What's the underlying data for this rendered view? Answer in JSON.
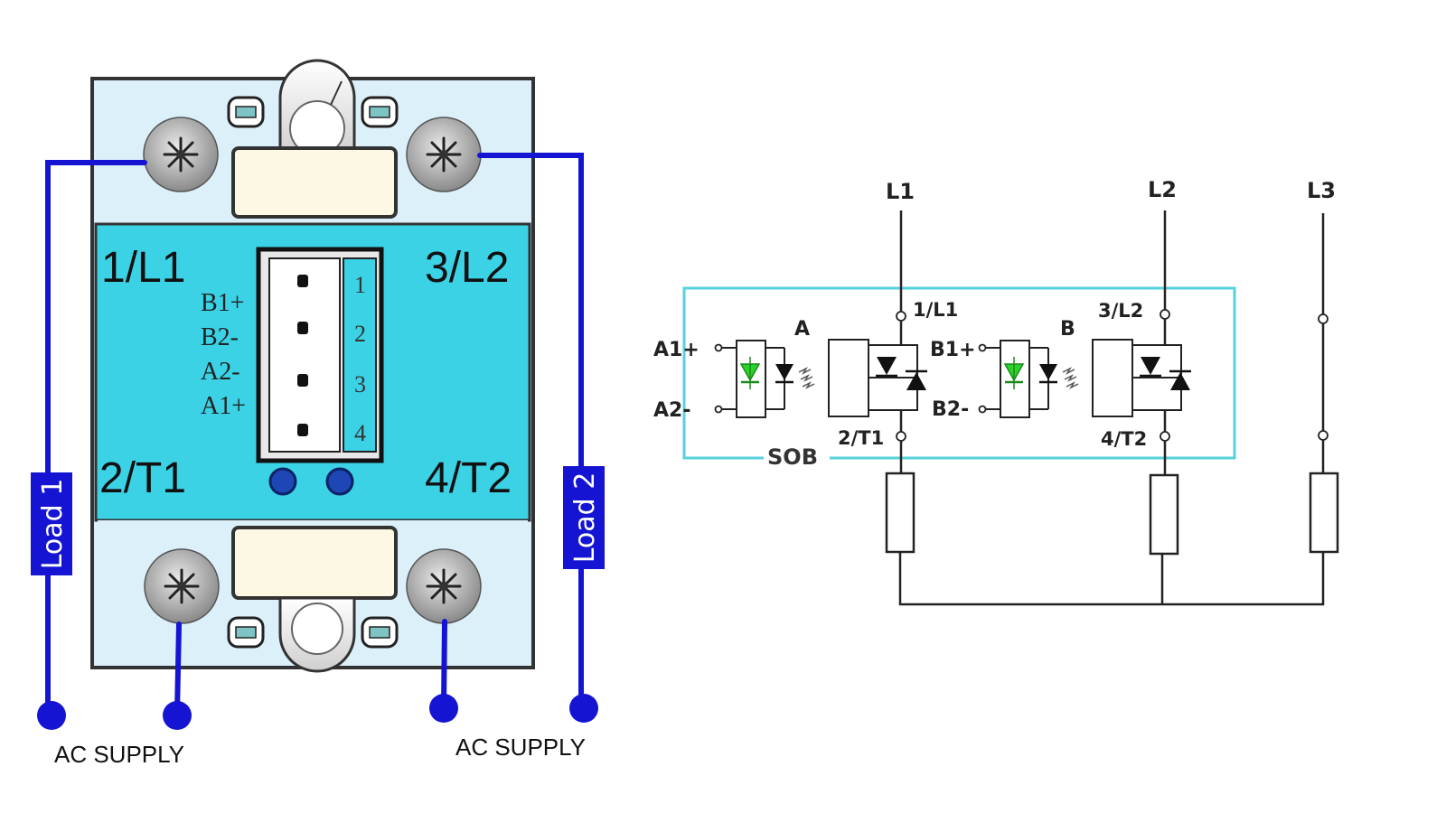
{
  "device": {
    "terminals": {
      "top_left": "1/L1",
      "top_right": "3/L2",
      "bottom_left": "2/T1",
      "bottom_right": "4/T2"
    },
    "control_labels": [
      "B1+",
      "B2-",
      "A2-",
      "A1+"
    ],
    "pin_numbers": [
      "1",
      "2",
      "3",
      "4"
    ]
  },
  "wiring": {
    "load1": "Load 1",
    "load2": "Load 2",
    "supply_left": "AC SUPPLY",
    "supply_right": "AC SUPPLY"
  },
  "schematic": {
    "lines": [
      "L1",
      "L2",
      "L3"
    ],
    "channel_a": {
      "name": "A",
      "input_plus": "A1+",
      "input_minus": "A2-",
      "in_terminal": "1/L1",
      "out_terminal": "2/T1"
    },
    "channel_b": {
      "name": "B",
      "input_plus": "B1+",
      "input_minus": "B2-",
      "in_terminal": "3/L2",
      "out_terminal": "4/T2"
    },
    "housing_label": "SOB"
  },
  "colors": {
    "wire_blue": "#1414d2",
    "body_cyan": "#3cd2e6",
    "cap_light": "#dcf0fa",
    "outline_cyan": "#55d2dc",
    "led_green": "#2ad22a"
  },
  "icons": [
    "screw-icon",
    "led-icon",
    "diode-icon",
    "thyristor-icon",
    "light-rays-icon",
    "resistor-icon"
  ]
}
